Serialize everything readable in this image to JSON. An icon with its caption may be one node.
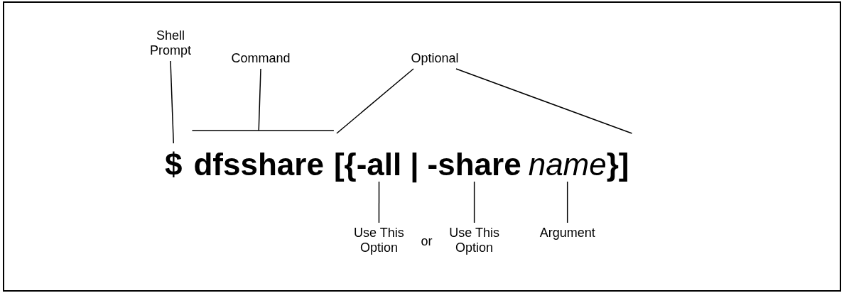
{
  "diagram": {
    "nodes": [
      {
        "text": [
          "Shell Prompt"
        ]
      },
      {
        "text": [
          "Command"
        ]
      },
      {
        "text": [
          "Optional"
        ]
      },
      {
        "text": [
          "$"
        ]
      },
      {
        "text": [
          "dfsshare"
        ]
      },
      {
        "text": [
          "[{"
        ]
      },
      {
        "text": [
          "-all"
        ]
      },
      {
        "text": [
          "|"
        ]
      },
      {
        "text": [
          "-share"
        ]
      },
      {
        "text": [
          "name"
        ]
      },
      {
        "text": [
          "}]"
        ]
      },
      {
        "text": [
          "Use This Option"
        ]
      },
      {
        "text": [
          "Use This Option"
        ]
      },
      {
        "text": [
          "Argument"
        ]
      }
    ],
    "edges": [
      {
        "from": 0,
        "to": 3,
        "arrow": "none"
      },
      {
        "from": 1,
        "to": 4,
        "arrow": "none"
      },
      {
        "from": 2,
        "to": 5,
        "arrow": "none"
      },
      {
        "from": 2,
        "to": 10,
        "arrow": "none"
      },
      {
        "from": 11,
        "to": 6,
        "arrow": "none"
      },
      {
        "from": 12,
        "to": 8,
        "arrow": "none"
      },
      {
        "from": 13,
        "to": 9,
        "arrow": "none"
      }
    ],
    "labels": [
      "or"
    ]
  }
}
